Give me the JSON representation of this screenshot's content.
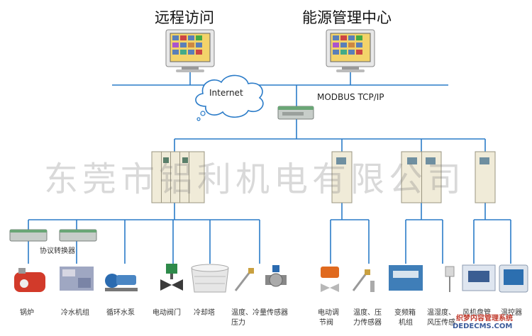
{
  "titles": {
    "remote_access": "远程访问",
    "energy_center": "能源管理中心"
  },
  "network": {
    "internet": "Internet",
    "protocol": "MODBUS TCP/IP",
    "converter": "协议转换器"
  },
  "devices": [
    {
      "label": "锅炉",
      "icon": "boiler-icon"
    },
    {
      "label": "冷水机组",
      "icon": "chiller-icon"
    },
    {
      "label": "循环水泵",
      "icon": "pump-icon"
    },
    {
      "label": "电动阀门",
      "icon": "electric-valve-icon"
    },
    {
      "label": "冷却塔",
      "icon": "cooling-tower-icon"
    },
    {
      "label": "温度、冷量传感器",
      "line2": "压力",
      "icon": "temperature-sensor-icon"
    },
    {
      "label": "电动调",
      "line2": "节阀",
      "icon": "control-valve-icon"
    },
    {
      "label": "温度、压",
      "line2": "力传感器",
      "icon": "pressure-sensor-icon"
    },
    {
      "label": "变频箱",
      "line2": "机组",
      "icon": "inverter-box-icon"
    },
    {
      "label": "温湿度、",
      "line2": "风压传感",
      "icon": "humidity-sensor-icon"
    },
    {
      "label": "风机盘管",
      "icon": "fan-coil-icon"
    },
    {
      "label": "温控器",
      "icon": "thermostat-icon"
    }
  ],
  "watermark": {
    "company": "东莞市铝利机电有限公司",
    "site_cn": "织梦内容管理系统",
    "site_en": "DEDECMS.COM"
  }
}
